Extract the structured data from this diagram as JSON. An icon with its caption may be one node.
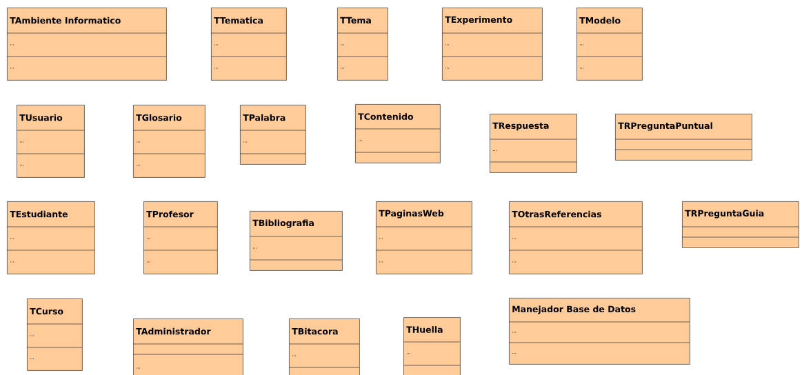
{
  "diagram": {
    "nodes": [
      {
        "text": [
          "TAmbiente Informatico",
          "...",
          "..."
        ]
      },
      {
        "text": [
          "TTematica",
          "...",
          "..."
        ]
      },
      {
        "text": [
          "TTema",
          "...",
          "..."
        ]
      },
      {
        "text": [
          "TExperimento",
          "...",
          "..."
        ]
      },
      {
        "text": [
          "TModelo",
          "...",
          "..."
        ]
      },
      {
        "text": [
          "TUsuario",
          "...",
          "..."
        ]
      },
      {
        "text": [
          "TGlosario",
          "...",
          "..."
        ]
      },
      {
        "text": [
          "TPalabra",
          "..."
        ]
      },
      {
        "text": [
          "TContenido",
          "..."
        ]
      },
      {
        "text": [
          "TRespuesta",
          "..."
        ]
      },
      {
        "text": [
          "TRPreguntaPuntual"
        ]
      },
      {
        "text": [
          "TEstudiante",
          "...",
          "..."
        ]
      },
      {
        "text": [
          "TProfesor",
          "...",
          "..."
        ]
      },
      {
        "text": [
          "TBibliografia",
          "..."
        ]
      },
      {
        "text": [
          "TPaginasWeb",
          "...",
          "..."
        ]
      },
      {
        "text": [
          "TOtrasReferencias",
          "...",
          "..."
        ]
      },
      {
        "text": [
          "TRPreguntaGuia"
        ]
      },
      {
        "text": [
          "TCurso",
          "...",
          "..."
        ]
      },
      {
        "text": [
          "TAdministrador",
          "..."
        ]
      },
      {
        "text": [
          "TBitacora",
          "..."
        ]
      },
      {
        "text": [
          "THuella",
          "..."
        ]
      },
      {
        "text": [
          "Manejador Base de Datos",
          "...",
          "..."
        ]
      }
    ]
  }
}
